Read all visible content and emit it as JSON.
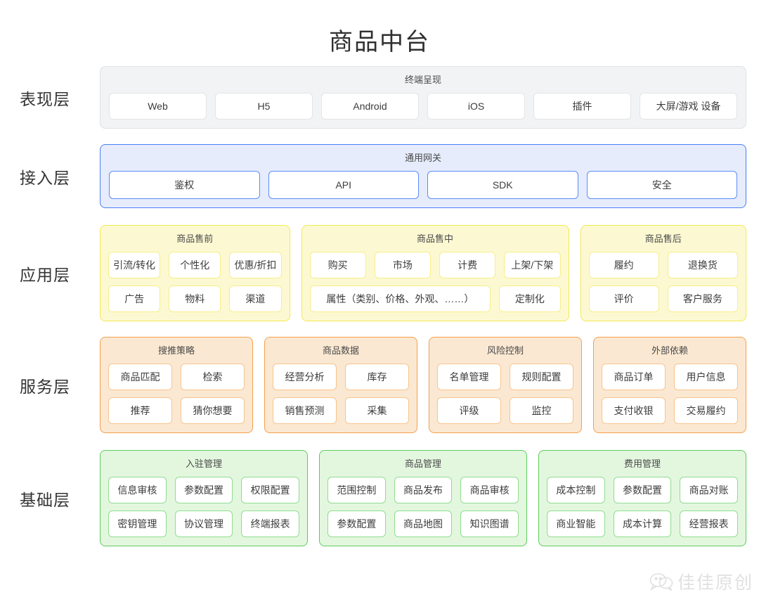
{
  "title": "商品中台",
  "watermark": {
    "text": "佳佳原创",
    "icon": "wechat-bubble-icon"
  },
  "colors": {
    "gray_bg": "#f2f3f4",
    "gray_border": "#e0e1e2",
    "blue_bg": "#e6ecfc",
    "blue_border": "#4a7ef5",
    "yellow_bg": "#fcf9d2",
    "yellow_border": "#f4e94f",
    "orange_bg": "#fbe8d2",
    "orange_border": "#f5a04e",
    "green_bg": "#e3f7df",
    "green_border": "#5ecb5e",
    "chip_bg": "#ffffff",
    "text": "#3c3c3c"
  },
  "layers": [
    {
      "label": "表现层",
      "style": "gray",
      "panel": {
        "title": "终端呈现",
        "rows": [
          [
            "Web",
            "H5",
            "Android",
            "iOS",
            "插件",
            "大屏/游戏 设备"
          ]
        ]
      }
    },
    {
      "label": "接入层",
      "style": "blue",
      "panel": {
        "title": "通用网关",
        "rows": [
          [
            "鉴权",
            "API",
            "SDK",
            "安全"
          ]
        ]
      }
    },
    {
      "label": "应用层",
      "style": "yellow",
      "groups": [
        {
          "title": "商品售前",
          "flex": 29,
          "rows": [
            [
              "引流/转化",
              "个性化",
              "优惠/折扣"
            ],
            [
              "广告",
              "物料",
              "渠道"
            ]
          ]
        },
        {
          "title": "商品售中",
          "flex": 42,
          "rows": [
            [
              "购买",
              "市场",
              "计费",
              "上架/下架"
            ],
            [
              "属性（类别、价格、外观、……）",
              "定制化"
            ]
          ],
          "row_weights": [
            [
              1,
              1,
              1,
              1
            ],
            [
              3,
              1
            ]
          ]
        },
        {
          "title": "商品售后",
          "flex": 25,
          "rows": [
            [
              "履约",
              "退换货"
            ],
            [
              "评价",
              "客户服务"
            ]
          ]
        }
      ]
    },
    {
      "label": "服务层",
      "style": "orange",
      "groups": [
        {
          "title": "搜推策略",
          "flex": 1,
          "rows": [
            [
              "商品匹配",
              "检索"
            ],
            [
              "推荐",
              "猜你想要"
            ]
          ]
        },
        {
          "title": "商品数据",
          "flex": 1,
          "rows": [
            [
              "经营分析",
              "库存"
            ],
            [
              "销售预测",
              "采集"
            ]
          ]
        },
        {
          "title": "风险控制",
          "flex": 1,
          "rows": [
            [
              "名单管理",
              "规则配置"
            ],
            [
              "评级",
              "监控"
            ]
          ]
        },
        {
          "title": "外部依赖",
          "flex": 1,
          "rows": [
            [
              "商品订单",
              "用户信息"
            ],
            [
              "支付收银",
              "交易履约"
            ]
          ]
        }
      ]
    },
    {
      "label": "基础层",
      "style": "green",
      "groups": [
        {
          "title": "入驻管理",
          "flex": 1,
          "rows": [
            [
              "信息审核",
              "参数配置",
              "权限配置"
            ],
            [
              "密钥管理",
              "协议管理",
              "终端报表"
            ]
          ]
        },
        {
          "title": "商品管理",
          "flex": 1,
          "rows": [
            [
              "范围控制",
              "商品发布",
              "商品审核"
            ],
            [
              "参数配置",
              "商品地图",
              "知识图谱"
            ]
          ]
        },
        {
          "title": "费用管理",
          "flex": 1,
          "rows": [
            [
              "成本控制",
              "参数配置",
              "商品对账"
            ],
            [
              "商业智能",
              "成本计算",
              "经营报表"
            ]
          ]
        }
      ]
    }
  ]
}
